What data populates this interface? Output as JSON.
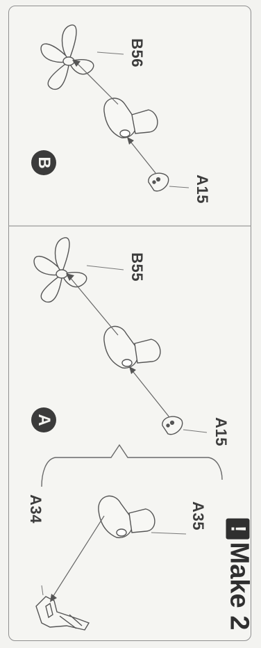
{
  "steps": {
    "b": {
      "badge": "B",
      "parts": {
        "propeller": "B56",
        "base": "A15"
      }
    },
    "a": {
      "badge": "A",
      "parts": {
        "propeller": "B55",
        "base": "A15"
      }
    }
  },
  "top_assembly": {
    "make_count": "Make 2",
    "make_icon": "exclamation-icon",
    "parts": {
      "frame": "A34",
      "hub": "A35"
    }
  },
  "colors": {
    "ink": "#3c3c3c",
    "paper": "#f5f5f2",
    "badge": "#3b3b3b"
  }
}
